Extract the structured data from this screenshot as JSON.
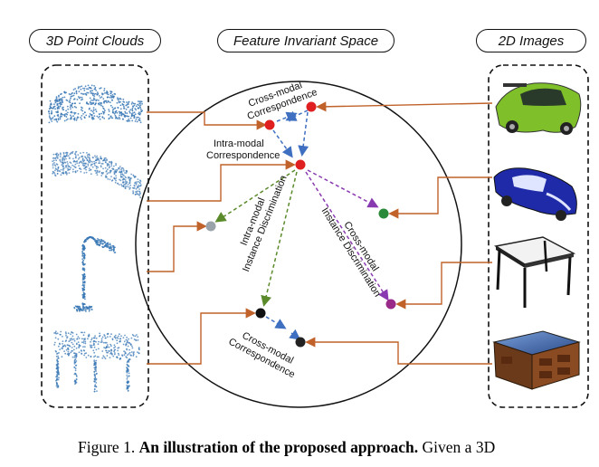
{
  "titles": {
    "left": "3D Point Clouds",
    "center": "Feature Invariant Space",
    "right": "2D Images"
  },
  "labels": {
    "cross_modal_top_1": "Cross-modal",
    "cross_modal_top_2": "Correspondence",
    "intra_modal_1": "Intra-modal",
    "intra_modal_2": "Correspondence",
    "intra_discrim_1": "Intra-modal",
    "intra_discrim_2": "Instance Discrimination",
    "cross_discrim_1": "Cross-modal",
    "cross_discrim_2": "Instance Discrimination",
    "cross_modal_bottom_1": "Cross-modal",
    "cross_modal_bottom_2": "Correspondence"
  },
  "caption": {
    "prefix": "Figure 1.",
    "bold": "An illustration of the proposed approach.",
    "suffix": "Given a 3D"
  },
  "colors": {
    "point_cloud": "#3a78b5",
    "connector": "#c0622a",
    "red_node": "#e02020",
    "gray_node": "#9aa3aa",
    "green_node": "#2a8a3a",
    "purple_node": "#9a2a8a",
    "black_node": "#111111",
    "blue_arrow": "#3e6fc0",
    "green_arrow": "#5a8a2a",
    "purple_arrow": "#8a3ab0",
    "car_green": "#7fbf2a",
    "car_blue": "#1e2aa8"
  }
}
